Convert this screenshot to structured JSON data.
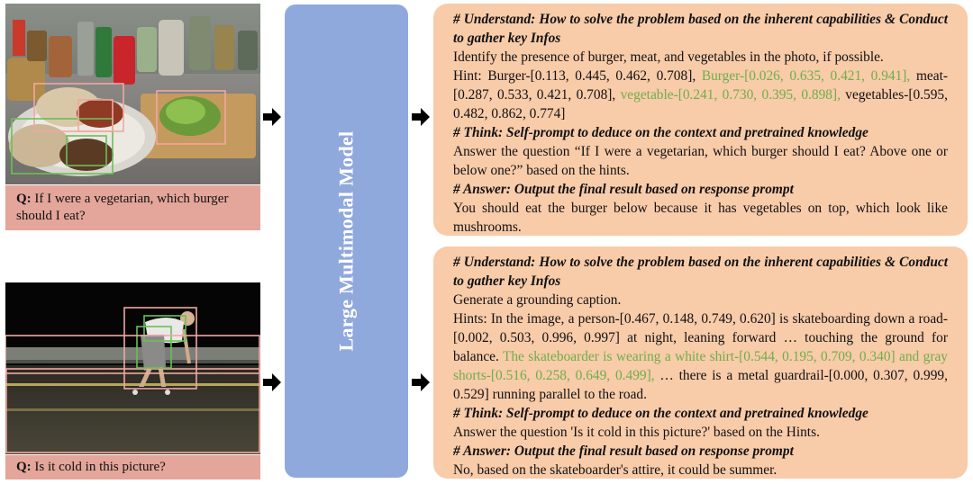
{
  "model": {
    "label": "Large Multimodal Model"
  },
  "example1": {
    "question_prefix": "Q:",
    "question": "If I were a vegetarian, which burger should I eat?",
    "understand_heading": "# Understand: How to solve the problem based on the inherent capabilities & Conduct to gather key Infos",
    "understand_text": "Identify the presence of burger, meat, and vegetables in the photo, if possible.",
    "hint_label": "Hint:",
    "hints": [
      {
        "text": "Burger-[0.113, 0.445, 0.462, 0.708],",
        "color": "#111111"
      },
      {
        "text": "Burger-[0.026, 0.635, 0.421, 0.941],",
        "color": "#6fae4a"
      },
      {
        "text": "meat-[0.287, 0.533, 0.421, 0.708],",
        "color": "#111111"
      },
      {
        "text": "vegetable-[0.241, 0.730, 0.395, 0.898],",
        "color": "#6fae4a"
      },
      {
        "text": "vegetables-[0.595, 0.482, 0.862, 0.774]",
        "color": "#111111"
      }
    ],
    "think_heading": "# Think: Self-prompt to deduce on the context and pretrained knowledge",
    "think_text": "Answer the question “If I were a vegetarian, which burger should I eat? Above one or below one?” based on the hints.",
    "answer_heading": "# Answer: Output the final result based on response prompt",
    "answer_text": "You should eat the burger below because it has vegetables on top, which look like mushrooms."
  },
  "example2": {
    "question_prefix": "Q:",
    "question": "Is it cold in this picture?",
    "understand_heading": "# Understand: How to solve the problem based on the inherent capabilities & Conduct to gather key Infos",
    "understand_text": "Generate a grounding caption.",
    "hints_a": "Hints: In the image, a person-[0.467, 0.148, 0.749, 0.620] is skateboarding down a road-[0.002, 0.503, 0.996, 0.997] at night, leaning forward … touching the ground for balance.",
    "hints_green": "The skateboarder is wearing a white shirt-[0.544, 0.195, 0.709, 0.340] and gray shorts-[0.516, 0.258, 0.649, 0.499],",
    "hints_b": "… there is a metal guardrail-[0.000, 0.307, 0.999, 0.529] running parallel to the road.",
    "think_heading": "# Think: Self-prompt to deduce on the context and pretrained knowledge",
    "think_text": "Answer the question 'Is it cold in this picture?' based on the Hints.",
    "answer_heading": "# Answer: Output the final result based on response prompt",
    "answer_text": "No, based on the skateboarder's attire, it could be summer."
  },
  "colors": {
    "question_bg": "#e4a59a",
    "model_bg": "#90a9dc",
    "panel_bg": "#f8cba9",
    "highlight": "#6fae4a",
    "box_pink": "#f2a7a0",
    "box_green": "#6bbf59"
  }
}
